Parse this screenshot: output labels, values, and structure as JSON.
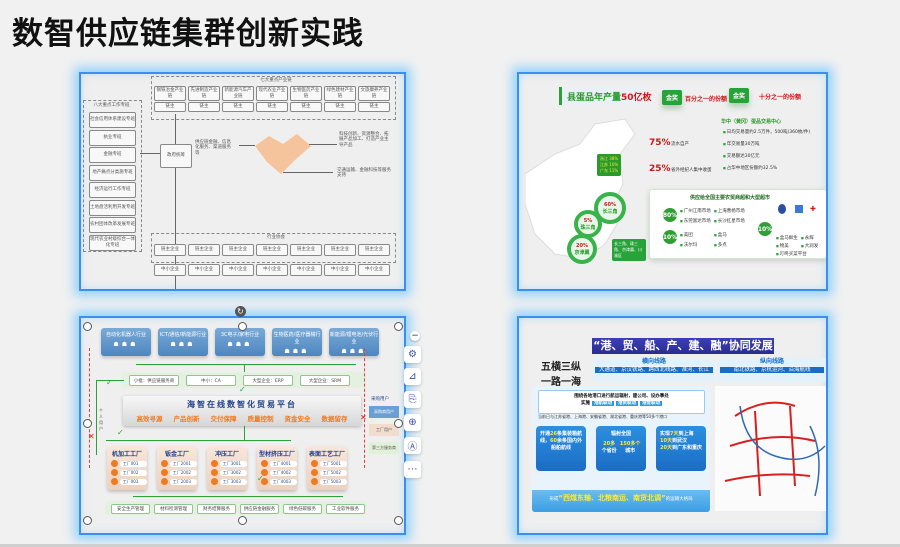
{
  "page_title": "数智供应链集群创新实践",
  "card1": {
    "top_group_label": "七大重点产业链",
    "top_boxes": [
      "钢铁冶金产业链",
      "先进制造产业链",
      "新能源汽车产业链",
      "现代农业产业链",
      "生物医药产业链",
      "绿色建材产业链",
      "文旅康养产业链"
    ],
    "top_sub_boxes": [
      "链主",
      "链主",
      "链主",
      "链主",
      "链主",
      "链主",
      "链主"
    ],
    "left_group_label": "八大重点工作专班",
    "left_boxes": [
      "社会信用体系建设专班",
      "执业专班",
      "金融专班",
      "地产痛点分类施专班",
      "经济运行工作专班",
      "土地盘活利用开发专班",
      "农村团体改革发展专班",
      "现代农业村级综合一体化专班"
    ],
    "center_box": "政府统筹",
    "center_left_text": "供应链金融、信息化服务、渠道服务等",
    "center_right_text_1": "科技创新、资源整合、拓展产品加工、打造产业主导产品",
    "center_right_text_2": "交通运输、金融科技等服务支持",
    "bottom_group_label": "行业协会",
    "bottom_boxes": [
      "链主企业",
      "链主企业",
      "链主企业",
      "链主企业",
      "链主企业",
      "链主企业",
      "链主企业"
    ],
    "bottom_sub_boxes": [
      "中小企业",
      "中小企业",
      "中小企业",
      "中小企业",
      "中小企业",
      "中小企业",
      "中小企业"
    ]
  },
  "card2": {
    "headline_prefix": "县蛋品年产量",
    "headline_value": "50亿枚",
    "badge_1": "金奖",
    "badge_1_text": "百分之一的份额",
    "badge_2": "金奖",
    "badge_2_text": "十分之一的份额",
    "center_title": "华中（黄冈）蛋品交易中心",
    "center_items": [
      "日均交易量约2.5万件，500吨(360枚/件)",
      "年交易量30万吨",
      "交易额达30亿元",
      "占华中地区份额约32.5%"
    ],
    "pct_1": "75%",
    "pct_1_label": "流水自产",
    "pct_2": "25%",
    "pct_2_label": "省外经纪人集中收蛋",
    "region_tag": [
      "浙江 38%",
      "江苏 10%",
      "广东 11%"
    ],
    "ring_1": {
      "value": "60%",
      "label": "长三角"
    },
    "ring_2": {
      "value": "5%",
      "label": "珠三角"
    },
    "ring_3": {
      "value": "20%",
      "label": "京津冀"
    },
    "bottom_tag": "长三角、珠三角、京津冀、川渝区",
    "panel_title": "供应给全国主要农贸商超和大型超市",
    "panel_circle_1": "80%",
    "panel_circle_2": "10%",
    "panel_circle_3": "10%",
    "panel_left_items": [
      "广州江南市场",
      "上海曹杨市场",
      "东莞富达市场",
      "长沙红星市场"
    ],
    "panel_mid_items": [
      "美团",
      "盒马",
      "沃尔玛",
      "多点"
    ],
    "panel_right_items": [
      "盒马鲜生",
      "永辉",
      "物美",
      "大润发",
      "叮咚买菜平台"
    ]
  },
  "card3": {
    "top_boxes": [
      "自动化机器人行业",
      "ICT/通信/新能源行业",
      "3C电子/家电行业",
      "生物医药/医疗器械行业",
      "新能源/锂电池/光伏行业"
    ],
    "connector_boxes": [
      "小批：供应链服务商",
      "中小：CA",
      "大型企业：ERP",
      "大型企业：SRM"
    ],
    "platform_title": "海智在线数智化贸易平台",
    "platform_features": [
      "高效寻源",
      "产品创新",
      "交付保障",
      "质量控制",
      "资金安全",
      "数据留存"
    ],
    "factories": [
      {
        "name": "机加工工厂",
        "items": [
          "工厂001",
          "工厂002",
          "工厂003"
        ]
      },
      {
        "name": "钣金工厂",
        "items": [
          "工厂2001",
          "工厂2002",
          "工厂2003"
        ]
      },
      {
        "name": "冲压工厂",
        "items": [
          "工厂3001",
          "工厂3002",
          "工厂3003"
        ]
      },
      {
        "name": "型材挤压工厂",
        "items": [
          "工厂4001",
          "工厂4002",
          "工厂4003"
        ]
      },
      {
        "name": "表面工艺工厂",
        "items": [
          "工厂5001",
          "工厂5002",
          "工厂5003"
        ]
      }
    ],
    "bottom_boxes": [
      "安全生产管理",
      "材料检测管理",
      "财务结算服务",
      "供应链金融服务",
      "绿色低碳服务",
      "工业软件服务"
    ],
    "side_label": "个人用户",
    "legend_title": "采购用户",
    "legend_items": [
      "采购商用户",
      "工厂用户",
      "第三方服务商"
    ]
  },
  "toolbar": {
    "items": [
      "collapse",
      "ai-extract",
      "crop",
      "rotate",
      "zoom-in",
      "ocr",
      "more"
    ]
  },
  "card4": {
    "banner": "“港、贸、船、产、建、融”协同发展",
    "left_heading_1": "五横三纵",
    "left_heading_2": "一路一海",
    "horizontal_title": "横向线路",
    "horizontal_routes": "大通道、京汉铁路、跨西北线路、淮河、长江",
    "vertical_title": "纵向线路",
    "vertical_routes": "南北铁路、京杭运河、沿海航线",
    "box_line_1": "围绕各地港口进行航运辐射，建公司、设办事处",
    "box_line_2_prefix": "实施",
    "box_tags": [
      "港航联动",
      "港贸联动",
      "港金联动"
    ],
    "note": "当前已与江苏省港、上海港、安徽省港、湖北省港、重庆港等50多个港口",
    "blue_1": {
      "prefix": "开通",
      "num1": "26",
      "mid": "条集装箱航线，",
      "num2": "60",
      "suffix": "余条国内外船舶航线"
    },
    "blue_2": {
      "title": "辐射全国",
      "left_num": "20多",
      "left_unit": "个省份",
      "right_num": "150多个",
      "right_unit": "城市"
    },
    "blue_3": {
      "l1_prefix": "实现",
      "l1_num": "7天",
      "l1_suffix": "到上海",
      "l2_num": "10天",
      "l2_suffix": "到武汉",
      "l3_num": "20天",
      "l3_suffix": "到广东和重庆"
    },
    "footer_prefix": "形成",
    "footer_highlight": "“西煤东输、北粮南运、南货北调”",
    "footer_suffix": "的运输大格局"
  },
  "colors": {
    "card_border": "#3a8ff0",
    "green_accent": "#27a33a",
    "red_accent": "#d01818",
    "orange_feature": "#f07a20",
    "banner_blue": "#3b3fb8"
  }
}
